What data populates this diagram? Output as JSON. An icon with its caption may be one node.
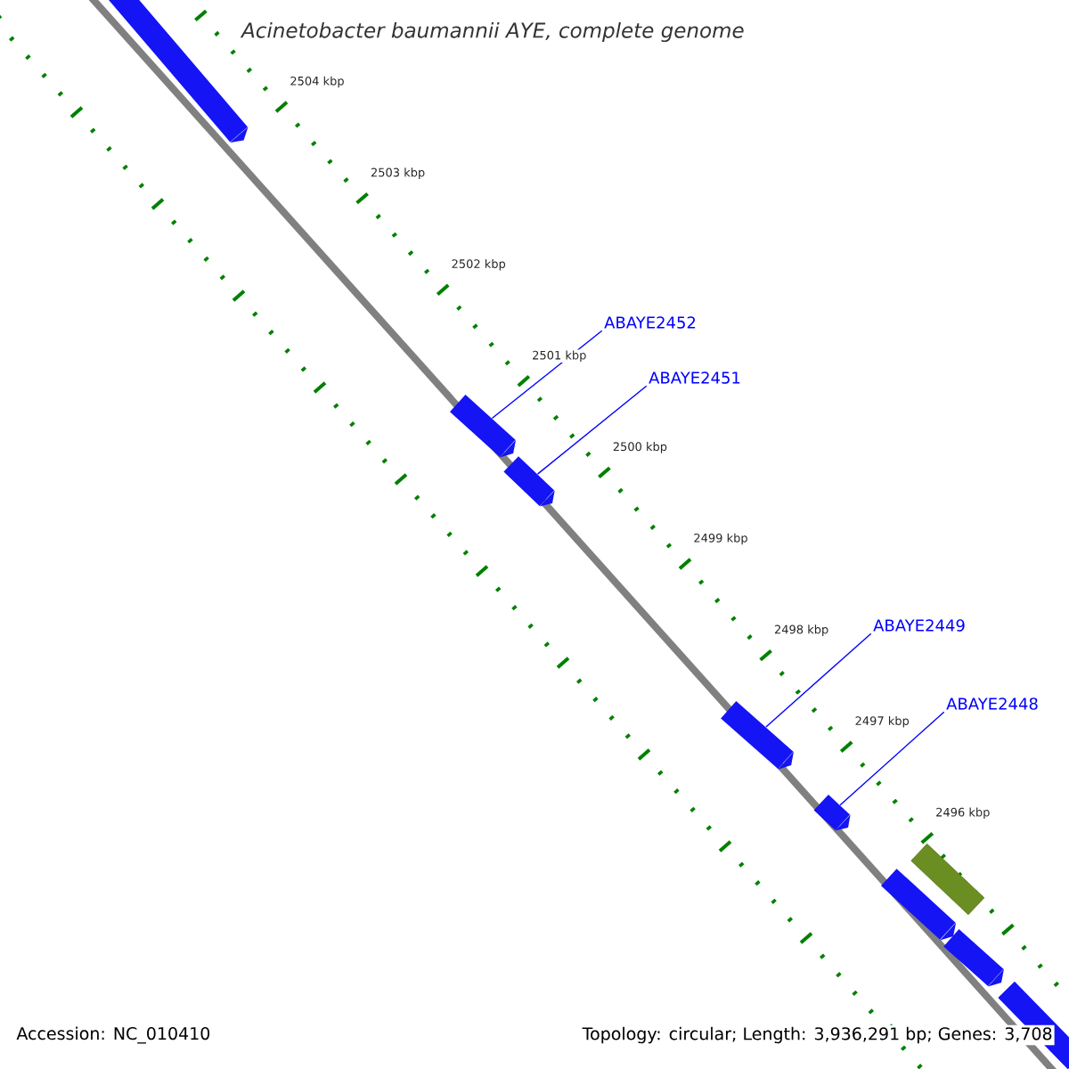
{
  "diagram": {
    "title": "Acinetobacter baumannii AYE, complete genome",
    "nodes": [
      {
        "text": [],
        "shape": "arrow"
      },
      {
        "text": [],
        "shape": "arrow"
      },
      {
        "text": [],
        "shape": "arrow"
      },
      {
        "text": [],
        "shape": "arrow"
      },
      {
        "text": [],
        "shape": "arrow"
      },
      {
        "text": [],
        "shape": "bar"
      },
      {
        "text": [],
        "shape": "arrow"
      },
      {
        "text": [],
        "shape": "arrow"
      },
      {
        "text": [],
        "shape": "arrow"
      },
      {
        "text": [
          "ABAYE2452"
        ]
      },
      {
        "text": [
          "ABAYE2451"
        ]
      },
      {
        "text": [
          "ABAYE2449"
        ]
      },
      {
        "text": [
          "ABAYE2448"
        ]
      }
    ],
    "edges": [
      {
        "from": 9,
        "to": 1,
        "arrow": "none"
      },
      {
        "from": 10,
        "to": 2,
        "arrow": "none"
      },
      {
        "from": 11,
        "to": 3,
        "arrow": "none"
      },
      {
        "from": 12,
        "to": 4,
        "arrow": "none"
      }
    ],
    "labels": [
      "2504 kbp",
      "2503 kbp",
      "2502 kbp",
      "2501 kbp",
      "2500 kbp",
      "2499 kbp",
      "2498 kbp",
      "2497 kbp",
      "2496 kbp",
      "Accession: NC_010410",
      "Topology: circular; Length: 3,936,291 bp; Genes: 3,708"
    ]
  }
}
